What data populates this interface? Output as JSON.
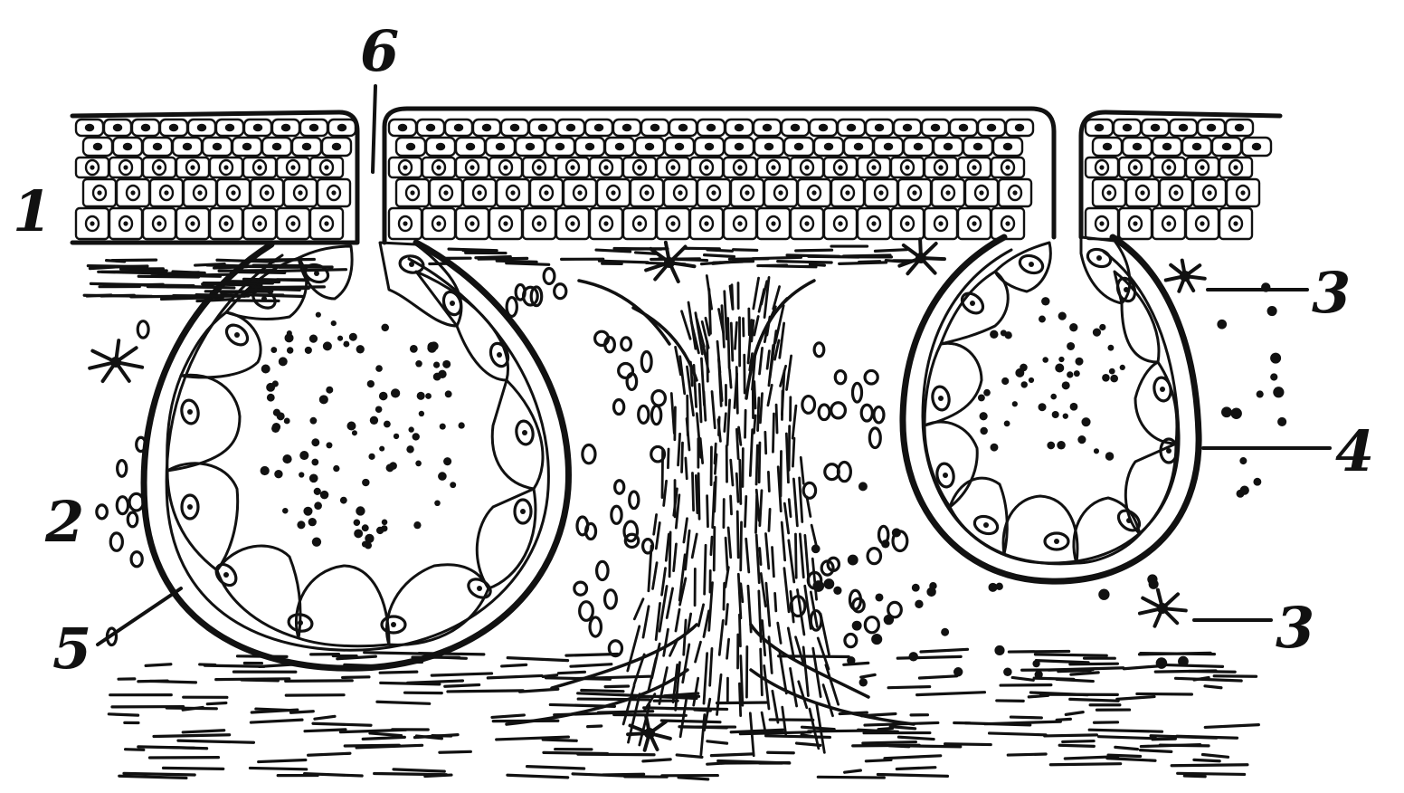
{
  "figure": {
    "labels": [
      {
        "id": "1",
        "text": "1"
      },
      {
        "id": "2",
        "text": "2"
      },
      {
        "id": "3a",
        "text": "3"
      },
      {
        "id": "3b",
        "text": "3"
      },
      {
        "id": "4",
        "text": "4"
      },
      {
        "id": "5",
        "text": "5"
      },
      {
        "id": "6",
        "text": "6"
      }
    ],
    "colors": {
      "ink": "#111111",
      "background": "#ffffff"
    }
  }
}
